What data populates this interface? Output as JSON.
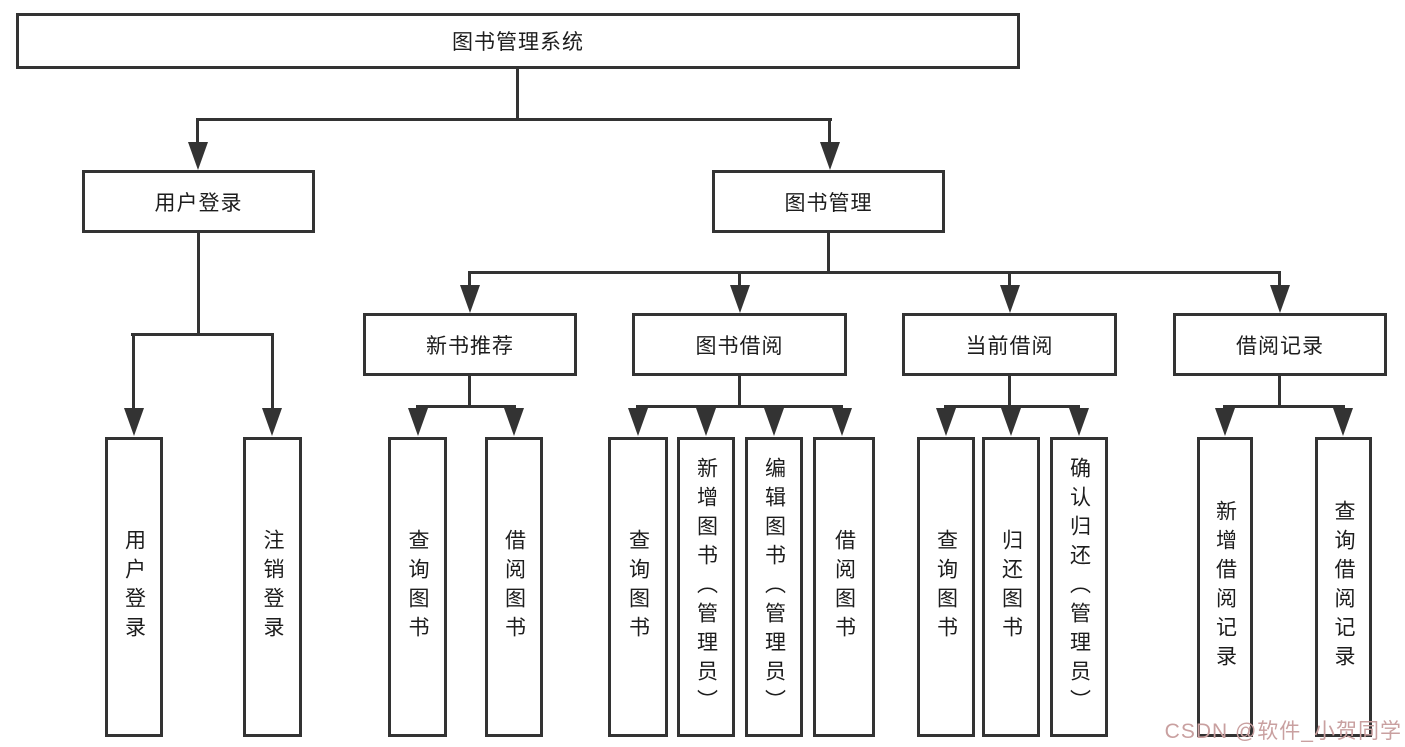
{
  "page": {
    "background": "#ffffff",
    "line_color": "#333333",
    "box_border_color": "#333333",
    "text_color": "#1d1d1d"
  },
  "diagram": {
    "root": {
      "label": "图书管理系统"
    },
    "level2": [
      {
        "label": "用户登录"
      },
      {
        "label": "图书管理"
      }
    ],
    "level3": [
      {
        "label": "新书推荐"
      },
      {
        "label": "图书借阅"
      },
      {
        "label": "当前借阅"
      },
      {
        "label": "借阅记录"
      }
    ],
    "leaves": {
      "user_login": [
        "用户登录",
        "注销登录"
      ],
      "new_book_rec": [
        "查询图书",
        "借阅图书"
      ],
      "book_borrow": [
        "查询图书",
        "新增图书（管理员）",
        "编辑图书（管理员）",
        "借阅图书"
      ],
      "current_borrow": [
        "查询图书",
        "归还图书",
        "确认归还（管理员）"
      ],
      "borrow_records": [
        "新增借阅记录",
        "查询借阅记录"
      ]
    }
  },
  "watermark": {
    "text": "CSDN @软件_小贺同学",
    "color": "#c9a0a0"
  }
}
